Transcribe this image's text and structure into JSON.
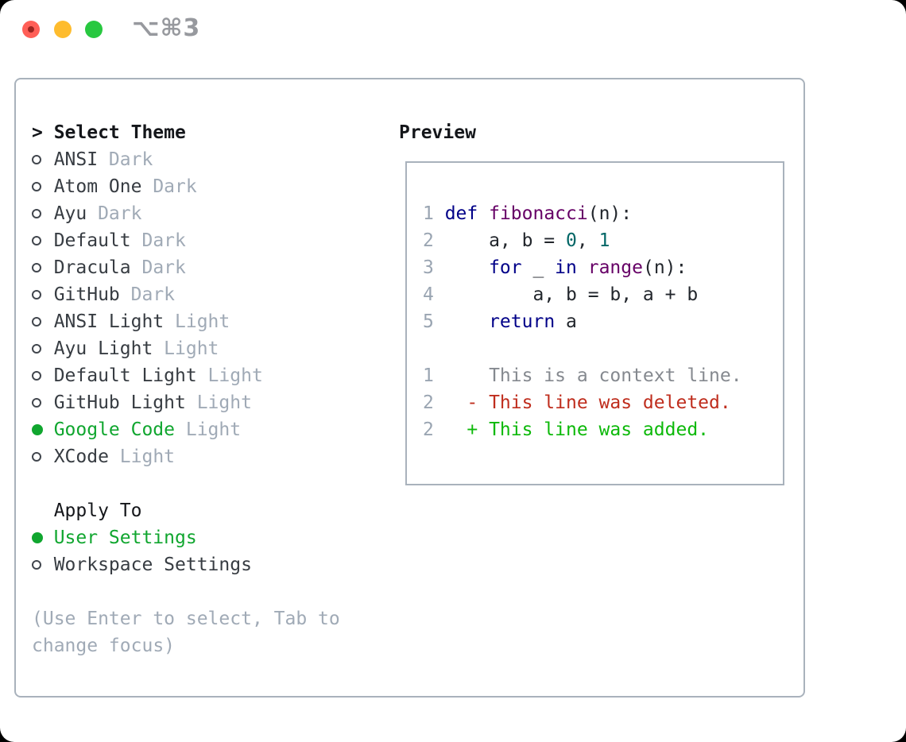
{
  "titlebar": {
    "title": "⌥⌘3",
    "buttons": [
      "close",
      "minimize",
      "zoom"
    ]
  },
  "theme_selector": {
    "cursor": ">",
    "header": "Select Theme",
    "items": [
      {
        "name": "ANSI",
        "variant": "Dark",
        "selected": false
      },
      {
        "name": "Atom One",
        "variant": "Dark",
        "selected": false
      },
      {
        "name": "Ayu",
        "variant": "Dark",
        "selected": false
      },
      {
        "name": "Default",
        "variant": "Dark",
        "selected": false
      },
      {
        "name": "Dracula",
        "variant": "Dark",
        "selected": false
      },
      {
        "name": "GitHub",
        "variant": "Dark",
        "selected": false
      },
      {
        "name": "ANSI Light",
        "variant": "Light",
        "selected": false
      },
      {
        "name": "Ayu Light",
        "variant": "Light",
        "selected": false
      },
      {
        "name": "Default Light",
        "variant": "Light",
        "selected": false
      },
      {
        "name": "GitHub Light",
        "variant": "Light",
        "selected": false
      },
      {
        "name": "Google Code",
        "variant": "Light",
        "selected": true
      },
      {
        "name": "XCode",
        "variant": "Light",
        "selected": false
      }
    ]
  },
  "apply_to": {
    "header": "Apply To",
    "options": [
      {
        "label": "User Settings",
        "selected": true
      },
      {
        "label": "Workspace Settings",
        "selected": false
      }
    ]
  },
  "help_lines": [
    "(Use Enter to select, Tab to",
    "change focus)"
  ],
  "preview": {
    "title": "Preview",
    "lines": [
      {
        "num": "1",
        "tokens": [
          {
            "t": "def",
            "c": "keyword"
          },
          {
            "t": " ",
            "c": "plain"
          },
          {
            "t": "fibonacci",
            "c": "func"
          },
          {
            "t": "(n):",
            "c": "plain"
          }
        ]
      },
      {
        "num": "2",
        "tokens": [
          {
            "t": "    a, b = ",
            "c": "plain"
          },
          {
            "t": "0",
            "c": "number"
          },
          {
            "t": ", ",
            "c": "plain"
          },
          {
            "t": "1",
            "c": "number"
          }
        ]
      },
      {
        "num": "3",
        "tokens": [
          {
            "t": "    ",
            "c": "plain"
          },
          {
            "t": "for",
            "c": "keyword"
          },
          {
            "t": " _ ",
            "c": "plain"
          },
          {
            "t": "in",
            "c": "keyword"
          },
          {
            "t": " ",
            "c": "plain"
          },
          {
            "t": "range",
            "c": "func"
          },
          {
            "t": "(n):",
            "c": "plain"
          }
        ]
      },
      {
        "num": "4",
        "tokens": [
          {
            "t": "        a, b = b, a + b",
            "c": "plain"
          }
        ]
      },
      {
        "num": "5",
        "tokens": [
          {
            "t": "    ",
            "c": "plain"
          },
          {
            "t": "return",
            "c": "keyword"
          },
          {
            "t": " a",
            "c": "plain"
          }
        ]
      },
      {
        "blank": true
      },
      {
        "num": "1",
        "tokens": [
          {
            "t": "    This is a context line.",
            "c": "context"
          }
        ]
      },
      {
        "num": "2",
        "tokens": [
          {
            "t": "  - This line was deleted.",
            "c": "deleted"
          }
        ]
      },
      {
        "num": "2",
        "tokens": [
          {
            "t": "  + This line was added.",
            "c": "added"
          }
        ]
      }
    ]
  },
  "colors": {
    "tl-red": "#ff5f57",
    "tl-red-dot": "#9c241f",
    "tl-yellow": "#febc2e",
    "tl-green": "#28c840",
    "title-gray": "#97999e",
    "border": "#a9b2bc",
    "header": "#14161a",
    "dark": "#373c42",
    "muted": "#a0aab6",
    "green": "#10a62f",
    "linenum": "#9aa5b2",
    "keyword": "#000088",
    "func": "#660066",
    "number": "#006666",
    "plain": "#22262c",
    "context": "#85898f",
    "deleted": "#bf2d1d",
    "added": "#0db90a"
  }
}
